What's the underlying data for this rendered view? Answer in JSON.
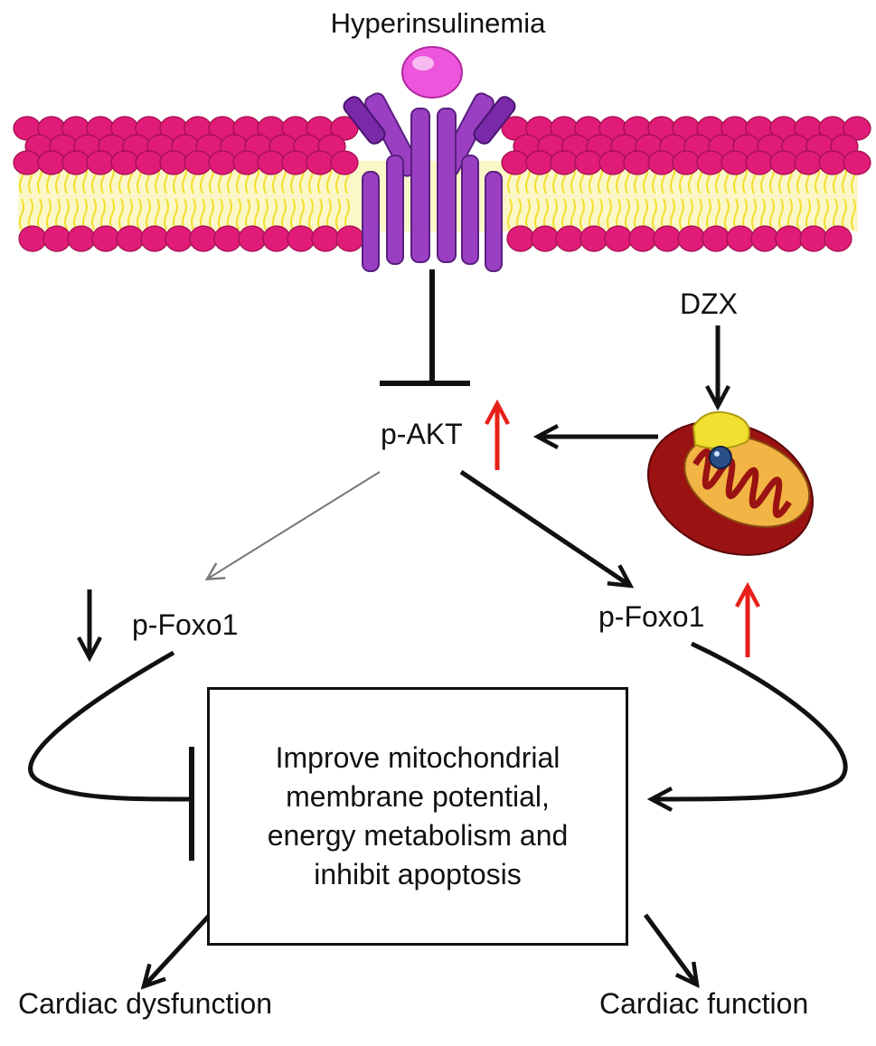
{
  "labels": {
    "stimulus": "Hyperinsulinemia",
    "drug": "DZX",
    "kinase": "p-AKT",
    "left_target": "p-Foxo1",
    "right_target": "p-Foxo1",
    "box": "Improve mitochondrial\nmembrane potential,\nenergy metabolism and\ninhibit apoptosis",
    "left_outcome": "Cardiac dysfunction",
    "right_outcome": "Cardiac function"
  },
  "colors": {
    "lipid_head": "#e01b78",
    "lipid_tail": "#f2e030",
    "receptor": "#9a3fc2",
    "ligand": "#ee55dd",
    "up_arrow": "#e8201a",
    "arrow": "#111111",
    "mito_outer": "#9a1212",
    "mito_inner": "#f2b444"
  }
}
